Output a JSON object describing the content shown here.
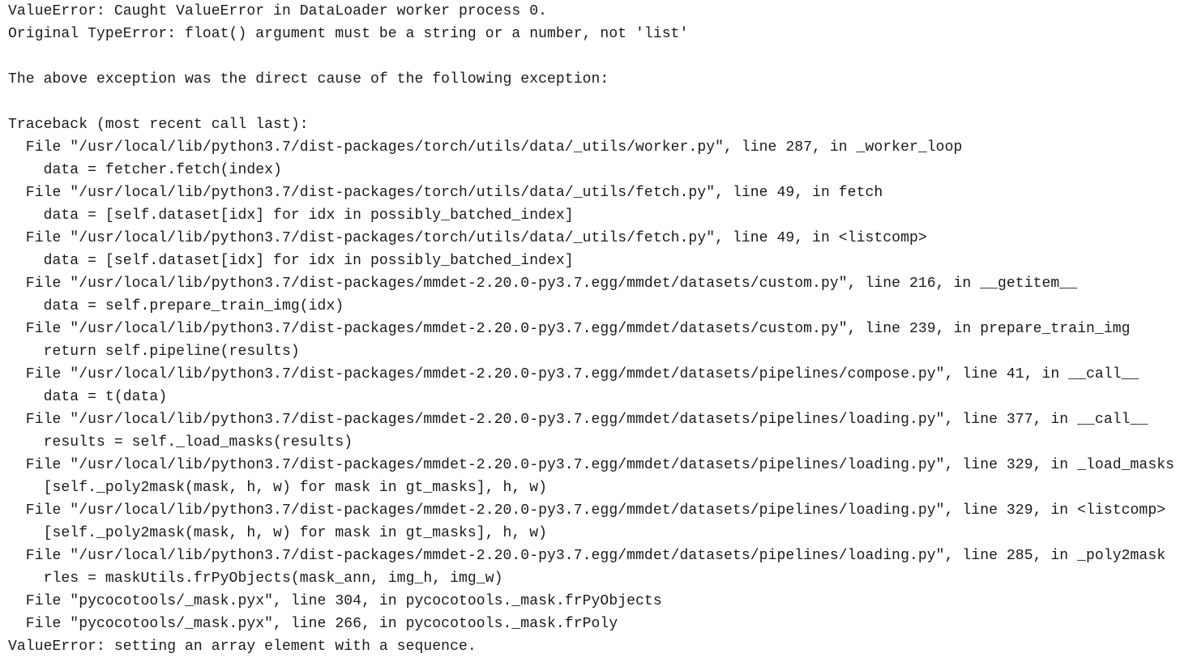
{
  "traceback": {
    "lines": [
      "ValueError: Caught ValueError in DataLoader worker process 0.",
      "Original TypeError: float() argument must be a string or a number, not 'list'",
      "",
      "The above exception was the direct cause of the following exception:",
      "",
      "Traceback (most recent call last):",
      "  File \"/usr/local/lib/python3.7/dist-packages/torch/utils/data/_utils/worker.py\", line 287, in _worker_loop",
      "    data = fetcher.fetch(index)",
      "  File \"/usr/local/lib/python3.7/dist-packages/torch/utils/data/_utils/fetch.py\", line 49, in fetch",
      "    data = [self.dataset[idx] for idx in possibly_batched_index]",
      "  File \"/usr/local/lib/python3.7/dist-packages/torch/utils/data/_utils/fetch.py\", line 49, in <listcomp>",
      "    data = [self.dataset[idx] for idx in possibly_batched_index]",
      "  File \"/usr/local/lib/python3.7/dist-packages/mmdet-2.20.0-py3.7.egg/mmdet/datasets/custom.py\", line 216, in __getitem__",
      "    data = self.prepare_train_img(idx)",
      "  File \"/usr/local/lib/python3.7/dist-packages/mmdet-2.20.0-py3.7.egg/mmdet/datasets/custom.py\", line 239, in prepare_train_img",
      "    return self.pipeline(results)",
      "  File \"/usr/local/lib/python3.7/dist-packages/mmdet-2.20.0-py3.7.egg/mmdet/datasets/pipelines/compose.py\", line 41, in __call__",
      "    data = t(data)",
      "  File \"/usr/local/lib/python3.7/dist-packages/mmdet-2.20.0-py3.7.egg/mmdet/datasets/pipelines/loading.py\", line 377, in __call__",
      "    results = self._load_masks(results)",
      "  File \"/usr/local/lib/python3.7/dist-packages/mmdet-2.20.0-py3.7.egg/mmdet/datasets/pipelines/loading.py\", line 329, in _load_masks",
      "    [self._poly2mask(mask, h, w) for mask in gt_masks], h, w)",
      "  File \"/usr/local/lib/python3.7/dist-packages/mmdet-2.20.0-py3.7.egg/mmdet/datasets/pipelines/loading.py\", line 329, in <listcomp>",
      "    [self._poly2mask(mask, h, w) for mask in gt_masks], h, w)",
      "  File \"/usr/local/lib/python3.7/dist-packages/mmdet-2.20.0-py3.7.egg/mmdet/datasets/pipelines/loading.py\", line 285, in _poly2mask",
      "    rles = maskUtils.frPyObjects(mask_ann, img_h, img_w)",
      "  File \"pycocotools/_mask.pyx\", line 304, in pycocotools._mask.frPyObjects",
      "  File \"pycocotools/_mask.pyx\", line 266, in pycocotools._mask.frPoly",
      "ValueError: setting an array element with a sequence."
    ]
  }
}
